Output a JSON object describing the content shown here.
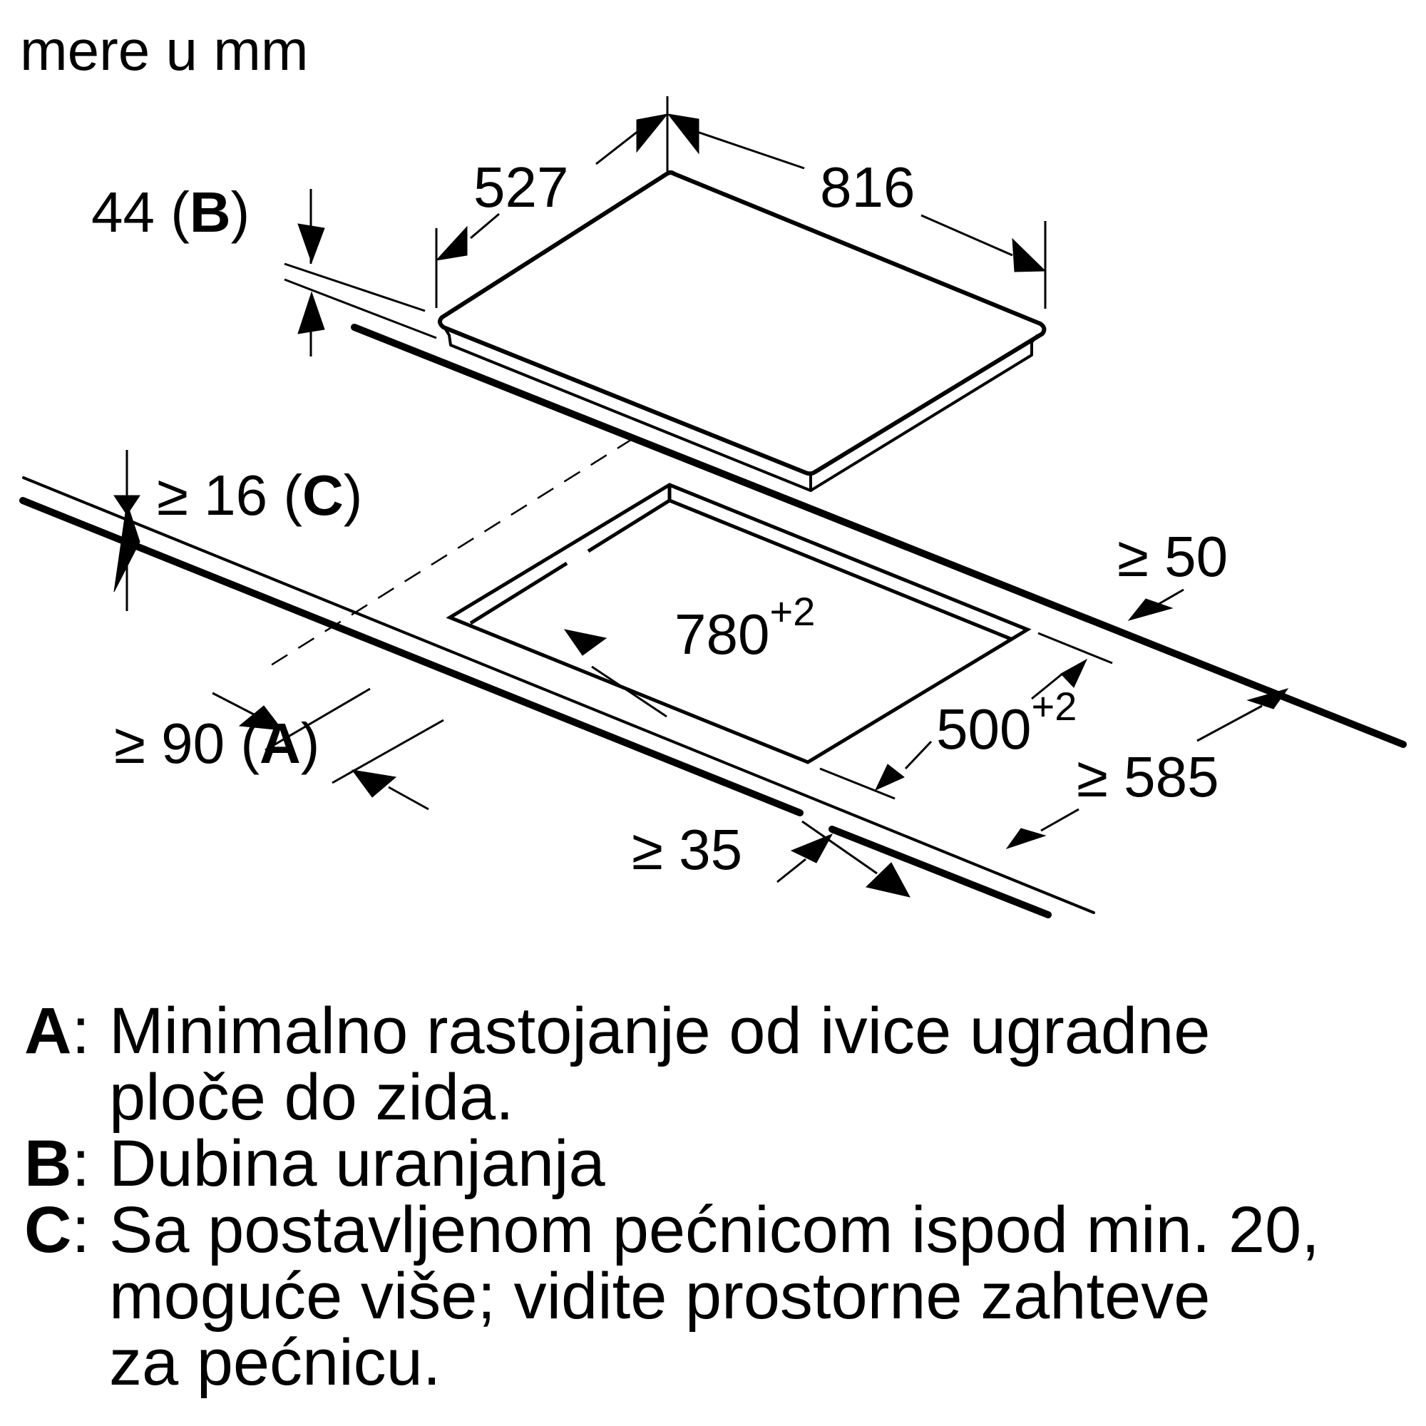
{
  "title": "mere u mm",
  "dimensions": {
    "hob_depth": "527",
    "hob_width": "816",
    "immersion_depth": "44",
    "immersion_key": "B",
    "min_worktop": "≥ 16",
    "min_worktop_key": "C",
    "cutout_width": "780",
    "cutout_width_tol": "+2",
    "cutout_depth": "500",
    "cutout_depth_tol": "+2",
    "min_back_clearance": "≥ 50",
    "min_wall_distance": "≥ 90",
    "min_wall_key": "A",
    "min_front_clearance": "≥ 35",
    "min_worktop_depth": "≥ 585"
  },
  "legend": [
    {
      "key": "A",
      "text": "Minimalno rastojanje od ivice ugradne\nploče do zida."
    },
    {
      "key": "B",
      "text": "Dubina uranjanja"
    },
    {
      "key": "C",
      "text": "Sa postavljenom pećnicom ispod min. 20,\nmoguće više; vidite prostorne zahteve\nza pećnicu."
    }
  ],
  "colors": {
    "line": "#000000",
    "background": "#ffffff"
  }
}
